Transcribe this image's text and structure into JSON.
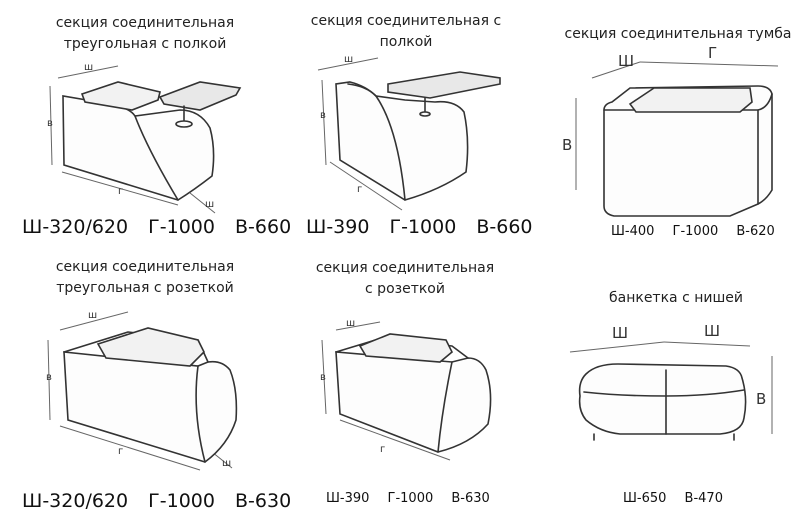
{
  "items": [
    {
      "title_line1": "секция соединительная",
      "title_line2": "треугольная с полкой",
      "dims": [
        "Ш-320/620",
        "Г-1000",
        "В-660"
      ],
      "labels": {
        "w": "ш",
        "d": "г",
        "h": "в",
        "w2": "ш"
      }
    },
    {
      "title_line1": "секция соединительная с",
      "title_line2": "полкой",
      "dims": [
        "Ш-390",
        "Г-1000",
        "В-660"
      ],
      "labels": {
        "w": "ш",
        "d": "г",
        "h": "в"
      }
    },
    {
      "title_line1": "секция соединительная тумба",
      "title_line2": "",
      "dims": [
        "Ш-400",
        "Г-1000",
        "В-620"
      ],
      "labels": {
        "w": "Ш",
        "d": "Г",
        "h": "В"
      }
    },
    {
      "title_line1": "секция соединительная",
      "title_line2": "треугольная с розеткой",
      "dims": [
        "Ш-320/620",
        "Г-1000",
        "В-630"
      ],
      "labels": {
        "w": "ш",
        "d": "г",
        "h": "в",
        "w2": "ш"
      }
    },
    {
      "title_line1": "секция соединительная",
      "title_line2": "с розеткой",
      "dims": [
        "Ш-390",
        "Г-1000",
        "В-630"
      ],
      "labels": {
        "w": "ш",
        "d": "г",
        "h": "в"
      }
    },
    {
      "title_line1": "банкетка с нишей",
      "title_line2": "",
      "dims": [
        "Ш-650",
        "В-470"
      ],
      "labels": {
        "w1": "Ш",
        "w2": "Ш",
        "h": "В"
      }
    }
  ]
}
